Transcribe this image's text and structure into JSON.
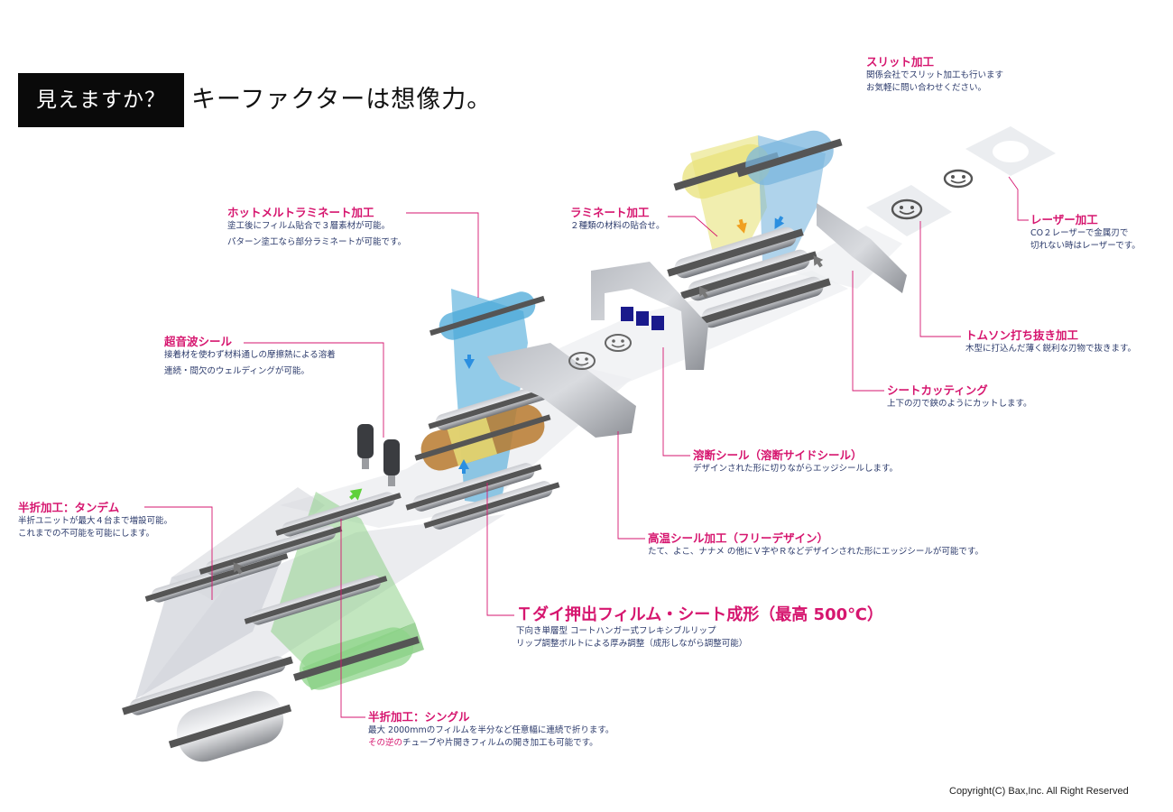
{
  "header": {
    "box_text": "見えますか？",
    "tagline": "キーファクターは想像力。"
  },
  "labels": {
    "slit": {
      "title": "スリット加工",
      "desc": [
        "関係会社でスリット加工も行います",
        "お気軽に問い合わせください。"
      ]
    },
    "laser": {
      "title": "レーザー加工",
      "desc": [
        "CO２レーザーで金属刃で",
        "切れない時はレーザーです。"
      ]
    },
    "laminate": {
      "title": "ラミネート加工",
      "desc": [
        "２種類の材料の貼合せ。"
      ]
    },
    "hotmelt": {
      "title": "ホットメルトラミネート加工",
      "desc": [
        "塗工後にフィルム貼合で３層素材が可能。",
        "パターン塗工なら部分ラミネートが可能です。"
      ]
    },
    "thomson": {
      "title": "トムソン打ち抜き加工",
      "desc": [
        "木型に打込んだ薄く鋭利な刃物で抜きます。"
      ]
    },
    "ultrasonic": {
      "title": "超音波シール",
      "desc": [
        "接着材を使わず材料通しの摩擦熱による溶着",
        "連続・間欠のウェルディングが可能。"
      ]
    },
    "sheetcut": {
      "title": "シートカッティング",
      "desc": [
        "上下の刃で鋏のようにカットします。"
      ]
    },
    "fusion": {
      "title": "溶断シール（溶断サイドシール）",
      "desc": [
        "デザインされた形に切りながらエッジシールします。"
      ]
    },
    "halffold_tandem": {
      "title": "半折加工：タンデム",
      "desc": [
        "半折ユニットが最大４台まで増設可能。",
        "これまでの不可能を可能にします。"
      ]
    },
    "hightemp": {
      "title": "高温シール加工（フリーデザイン）",
      "desc": [
        "たて、よこ、ナナメ の他にＶ字やＲなどデザインされた形にエッジシールが可能です。"
      ]
    },
    "tdie": {
      "title": "Ｔダイ押出フィルム・シート成形（最高 500℃）",
      "desc": [
        "下向き単層型 コートハンガー式フレキシブルリップ",
        "リップ調整ボルトによる厚み調整（成形しながら調整可能）"
      ]
    },
    "halffold_single": {
      "title": "半折加工：シングル",
      "desc_line1": "最大 2000mmのフィルムを半分など任意幅に連続で折ります。",
      "desc_line2_pink": "その逆の",
      "desc_line2_rest": "チューブや片開きフィルムの開き加工も可能です。"
    }
  },
  "copyright": "Copyright(C)   Bax,Inc.  All Right Reserved",
  "colors": {
    "accent_pink": "#d6166f",
    "desc_navy": "#2b3a6b",
    "roller_grey": "#8e9096",
    "film_blue": "#4aa8d8",
    "film_green": "#6cc76c",
    "film_yellow": "#e8e27a",
    "die_brown": "#b87a2e",
    "arrow_orange": "#f0a020",
    "arrow_blue": "#2b8fe0",
    "arrow_green": "#5fd13a"
  },
  "icons": [
    "smiley-icon",
    "arrow-icon",
    "roller-icon",
    "nozzle-icon"
  ]
}
